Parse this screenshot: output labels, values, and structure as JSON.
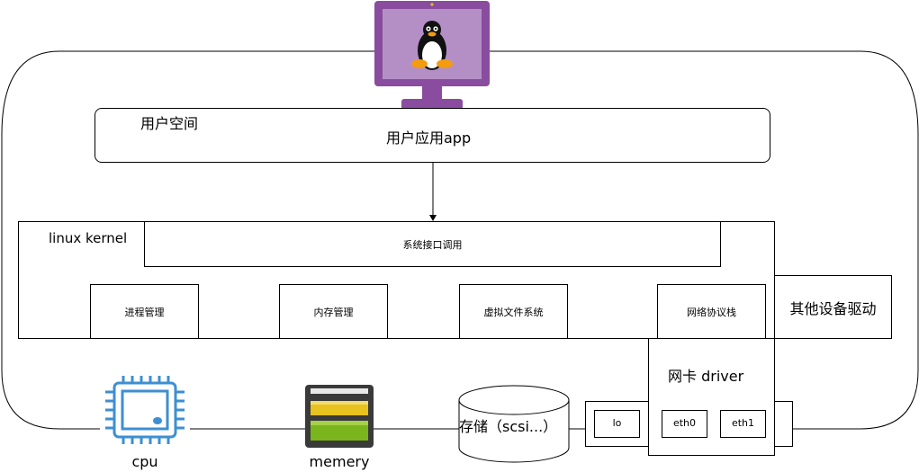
{
  "user_space": {
    "label": "用户空间",
    "app_label": "用户应用app"
  },
  "kernel": {
    "label": "linux kernel",
    "syscall_label": "系统接口调用",
    "modules": [
      "进程管理",
      "内存管理",
      "虚拟文件系统",
      "网络协议栈"
    ]
  },
  "other_drivers_label": "其他设备驱动",
  "nic": {
    "label": "网卡 driver",
    "interfaces": [
      "lo",
      "eth0",
      "eth1"
    ]
  },
  "hardware": {
    "cpu_label": "cpu",
    "memory_label": "memery",
    "storage_label": "存储（scsi...）"
  },
  "icons": [
    "linux-monitor-icon",
    "cpu-icon",
    "memory-module-icon",
    "storage-cylinder-icon"
  ],
  "colors": {
    "monitor_frame": "#8a4c9f",
    "monitor_screen": "#b48fc6",
    "cpu_blue": "#3d8fd1",
    "memory_dark": "#3a3a3a",
    "memory_yellow": "#e8c21e",
    "memory_green": "#7ab51d"
  }
}
